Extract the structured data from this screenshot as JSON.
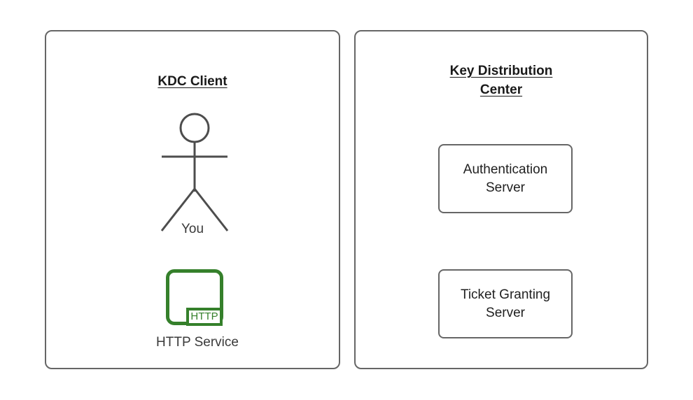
{
  "diagram": {
    "background_color": "#ffffff",
    "stroke_color": "#666666",
    "accent_green": "#35802b",
    "panels": [
      {
        "id": "kdc-client",
        "title": "KDC Client",
        "title_lines": [
          "KDC Client"
        ],
        "nodes": [
          {
            "id": "you",
            "type": "actor",
            "icon": "stick-figure-icon",
            "label": "You"
          },
          {
            "id": "http-service",
            "type": "service",
            "icon": "http-service-icon",
            "badge_text": "HTTP",
            "label": "HTTP Service",
            "color": "#35802b"
          }
        ]
      },
      {
        "id": "key-distribution-center",
        "title": "Key Distribution Center",
        "title_lines": [
          "Key Distribution",
          "Center"
        ],
        "nodes": [
          {
            "id": "authentication-server",
            "type": "box",
            "label": "Authentication Server",
            "label_lines": [
              "Authentication",
              "Server"
            ]
          },
          {
            "id": "ticket-granting-server",
            "type": "box",
            "label": "Ticket Granting Server",
            "label_lines": [
              "Ticket Granting",
              "Server"
            ]
          }
        ]
      }
    ]
  }
}
